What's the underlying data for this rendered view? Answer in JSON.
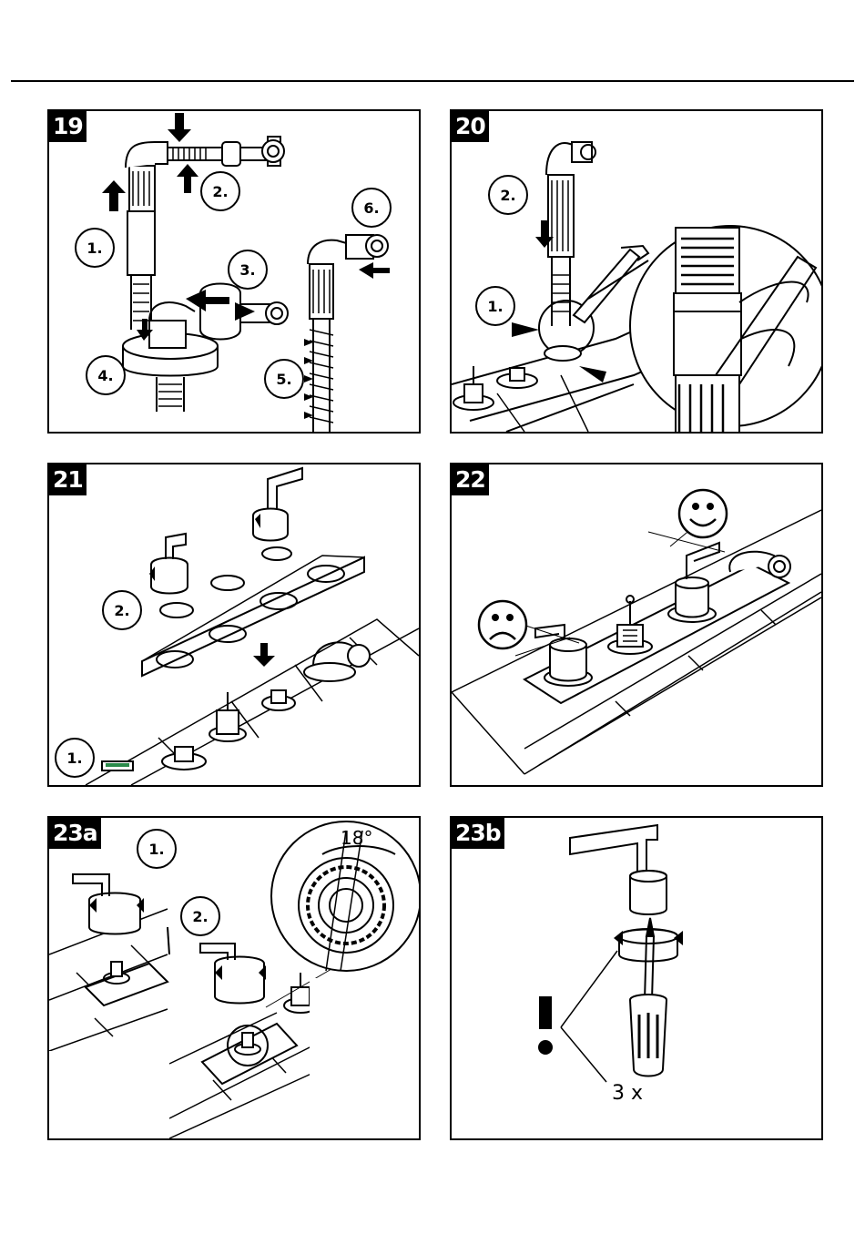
{
  "panels": [
    {
      "id": "19",
      "steps": [
        "1.",
        "2.",
        "3.",
        "4.",
        "5.",
        "6."
      ]
    },
    {
      "id": "20",
      "steps": [
        "1.",
        "2."
      ]
    },
    {
      "id": "21",
      "steps": [
        "1.",
        "2."
      ]
    },
    {
      "id": "22",
      "steps": []
    },
    {
      "id": "23a",
      "steps": [
        "1.",
        "2."
      ],
      "angle": "18°"
    },
    {
      "id": "23b",
      "steps": [],
      "count": "3 x"
    }
  ]
}
